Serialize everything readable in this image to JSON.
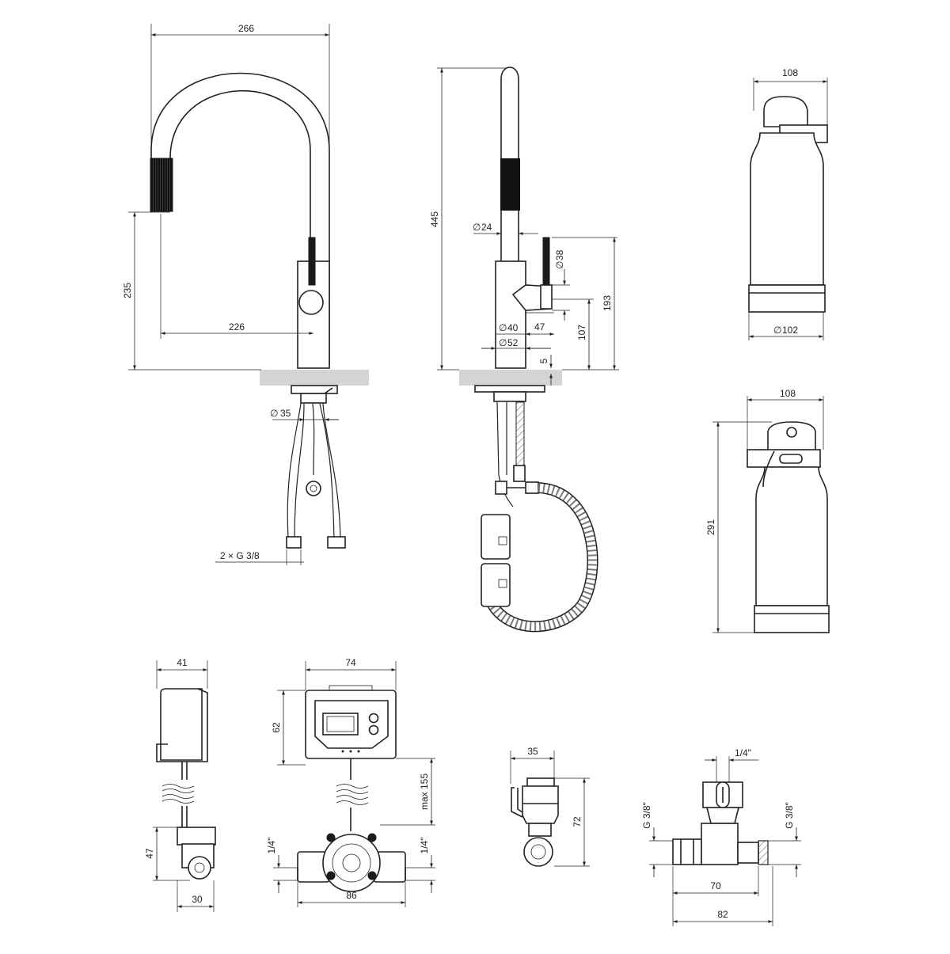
{
  "dimensions": {
    "faucet_front": {
      "width": "266",
      "spout_height": "235",
      "reach": "226",
      "hole_dia": "35",
      "connections": "2 × G 3/8"
    },
    "faucet_side": {
      "height": "445",
      "spout_dia": "24",
      "handle_dia": "38",
      "base_dia_inner": "40",
      "base_dia_outer": "52",
      "handle_offset": "47",
      "handle_height": "107",
      "body_height": "193",
      "base_height": "5"
    },
    "filter_top": {
      "width": "108",
      "diameter": "102"
    },
    "filter_side": {
      "width": "108",
      "height": "291"
    },
    "battery_box": {
      "width": "41",
      "height": "47",
      "depth": "30"
    },
    "control_unit": {
      "width": "74",
      "height": "62",
      "cable_length": "max 155",
      "pipe_left": "1/4\"",
      "pipe_right": "1/4\"",
      "valve_width": "86"
    },
    "check_valve": {
      "width": "35",
      "height": "72"
    },
    "tee_valve": {
      "top_port": "1/4\"",
      "left_thread": "G 3/8\"",
      "right_thread": "G 3/8\"",
      "inner_width": "70",
      "outer_width": "82"
    }
  },
  "symbols": {
    "diameter": "∅"
  },
  "colors": {
    "line": "#222222",
    "counter": "#d4d4d4",
    "dark_part": "#1a1a1a"
  }
}
